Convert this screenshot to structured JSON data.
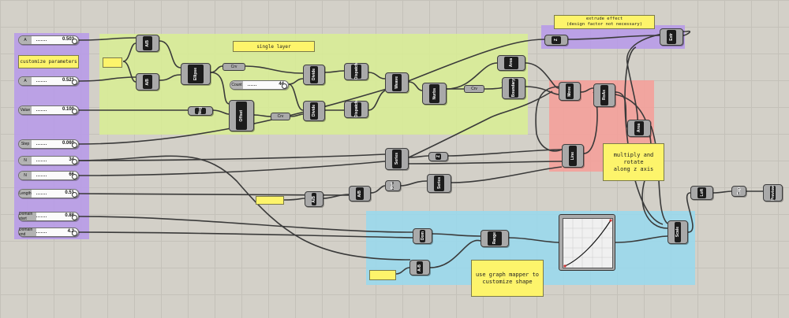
{
  "colors": {
    "purple": "#b89be8",
    "green": "#d8ec96",
    "red": "#f4a09a",
    "blue": "#9ad8ec",
    "panel": "#fdf46b",
    "wire": "#3a3a3a"
  },
  "icons": {
    "slider_grip": "circle-grip-icon",
    "graph_curve": "curve-icon"
  },
  "panels": {
    "customize": "customize parameters",
    "single_layer": "single layer",
    "extrude": "extrude effect\n(design factor not necessary)",
    "multiply": "multiply and\nrotate\nalong z axis",
    "graph_mapper": "use graph mapper to\ncustomize shape"
  },
  "sliders": {
    "a1": {
      "label": "A",
      "value": "0.503"
    },
    "a2": {
      "label": "A",
      "value": "0.521"
    },
    "value": {
      "label": "Value",
      "value": "0.100"
    },
    "step": {
      "label": "Step",
      "value": "0.060"
    },
    "n1": {
      "label": "N",
      "value": "34"
    },
    "n2": {
      "label": "N",
      "value": "66"
    },
    "length": {
      "label": "Length",
      "value": "0.51"
    },
    "dstart": {
      "label": "Domain start",
      "value": "0.88"
    },
    "dend": {
      "label": "Domain end",
      "value": "4.2"
    },
    "count": {
      "label": "Count",
      "value": "44"
    }
  },
  "components": {
    "ab1": "A/B",
    "ab2": "A/B",
    "ellipse": "Ellipse",
    "crv1": "Crv",
    "divide1": "Divide",
    "dispatch1": "Dispatch",
    "weave": "Weave",
    "nurbs": "Nurbs",
    "crv2": "Crv",
    "area": "Area",
    "boundary": "Boundary",
    "offset": "Offset",
    "neg": "Neg",
    "divide2": "Divide",
    "crv3": "Crv",
    "dispatch2": "Dispatch",
    "z1": "Z",
    "extr": "Extr",
    "move": "Move",
    "rotate": "RoAx",
    "area2": "Area",
    "line": "Line",
    "series1": "Series",
    "z2": "Z",
    "ab3": "A/B",
    "ab4": "A/B",
    "ref": "Ref",
    "series2": "Series",
    "loft": "Loft",
    "cap": "Cap",
    "preview": "Preview",
    "dom": "Dom",
    "range": "Range",
    "scale": "Scale",
    "ab5": "A-B"
  }
}
